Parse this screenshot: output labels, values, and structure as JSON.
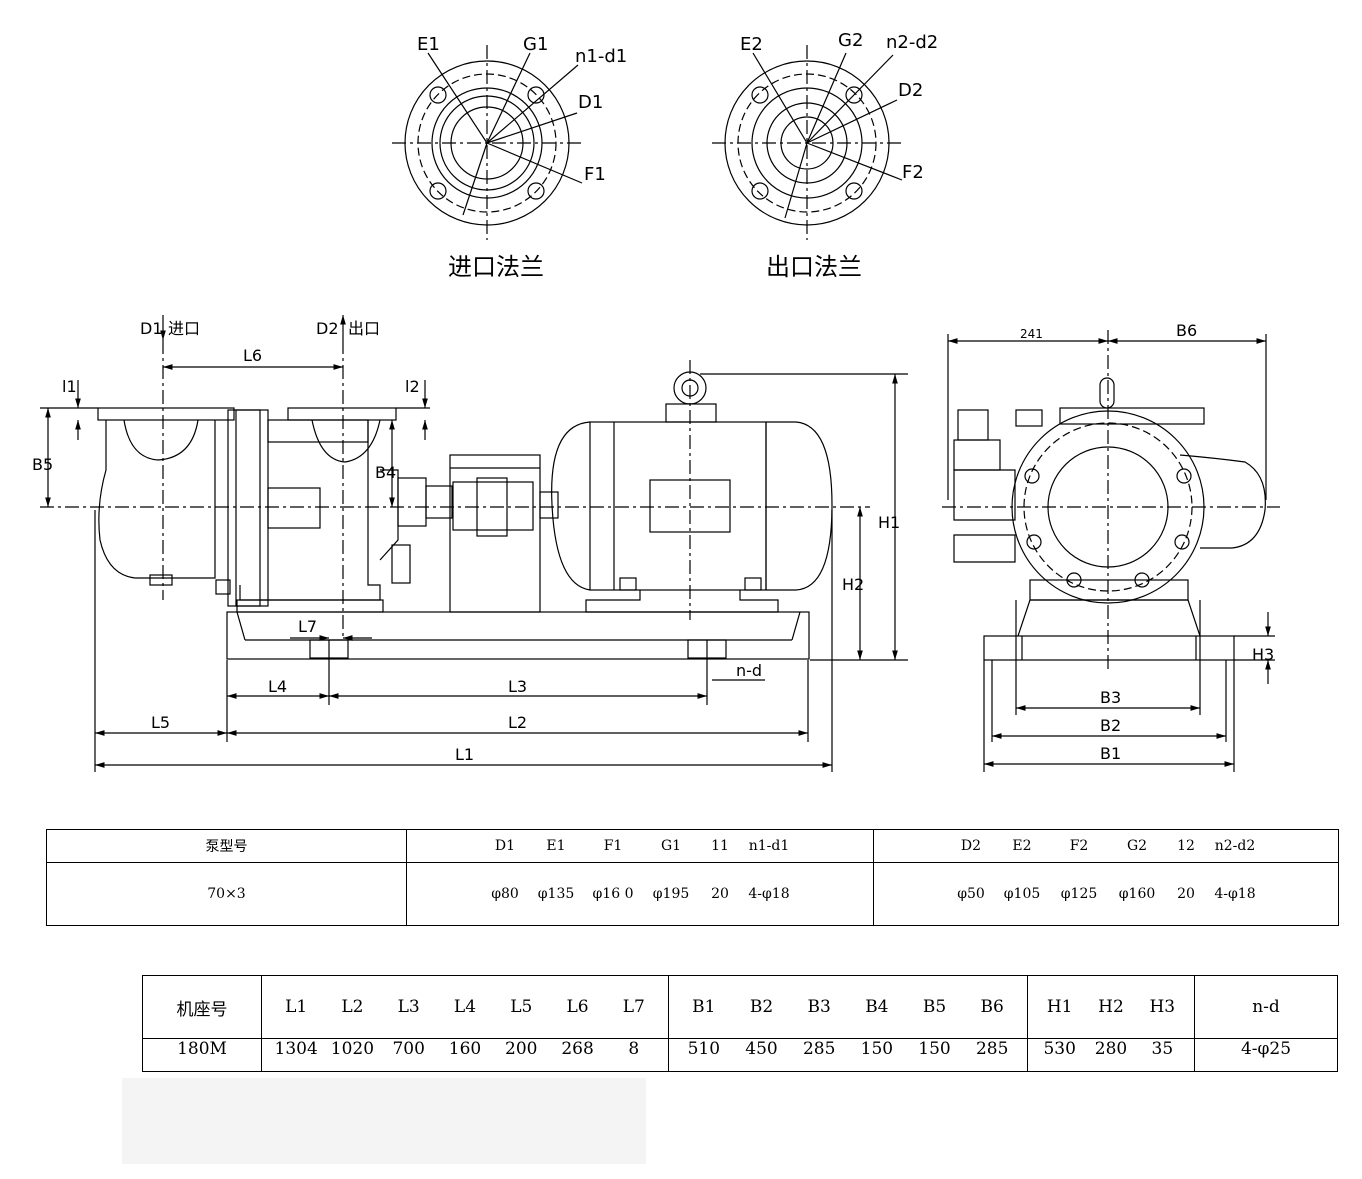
{
  "flanges": {
    "inlet": {
      "caption": "进口法兰",
      "labels": [
        "E1",
        "G1",
        "n1-d1",
        "D1",
        "F1"
      ]
    },
    "outlet": {
      "caption": "出口法兰",
      "labels": [
        "E2",
        "G2",
        "n2-d2",
        "D2",
        "F2"
      ]
    }
  },
  "side_view": {
    "inlet_label": "D1",
    "inlet_text": "进口",
    "outlet_label": "D2",
    "outlet_text": "出口",
    "dims": [
      "L6",
      "l1",
      "l2",
      "B5",
      "B4",
      "L7",
      "H2",
      "H1",
      "L4",
      "L3",
      "n-d",
      "L5",
      "L2",
      "L1"
    ]
  },
  "end_view": {
    "dims": [
      "241",
      "B6",
      "H3",
      "B3",
      "B2",
      "B1"
    ]
  },
  "table1": {
    "col1_header": "泵型号",
    "inlet_headers": [
      "D1",
      "E1",
      "F1",
      "G1",
      "11",
      "n1-d1"
    ],
    "outlet_headers": [
      "D2",
      "E2",
      "F2",
      "G2",
      "12",
      "n2-d2"
    ],
    "model": "70×3",
    "inlet_values": [
      "φ80",
      "φ135",
      "φ16 0",
      "φ195",
      "20",
      "4-φ18"
    ],
    "outlet_values": [
      "φ50",
      "φ105",
      "φ125",
      "φ160",
      "20",
      "4-φ18"
    ]
  },
  "table2": {
    "col1_header": "机座号",
    "l_headers": [
      "L1",
      "L2",
      "L3",
      "L4",
      "L5",
      "L6",
      "L7"
    ],
    "b_headers": [
      "B1",
      "B2",
      "B3",
      "B4",
      "B5",
      "B6"
    ],
    "h_headers": [
      "H1",
      "H2",
      "H3"
    ],
    "nd_header": "n-d",
    "frame": "180M",
    "l_values": [
      "1304",
      "1020",
      "700",
      "160",
      "200",
      "268",
      "8"
    ],
    "b_values": [
      "510",
      "450",
      "285",
      "150",
      "150",
      "285"
    ],
    "h_values": [
      "530",
      "280",
      "35"
    ],
    "nd_value": "4-φ25"
  }
}
